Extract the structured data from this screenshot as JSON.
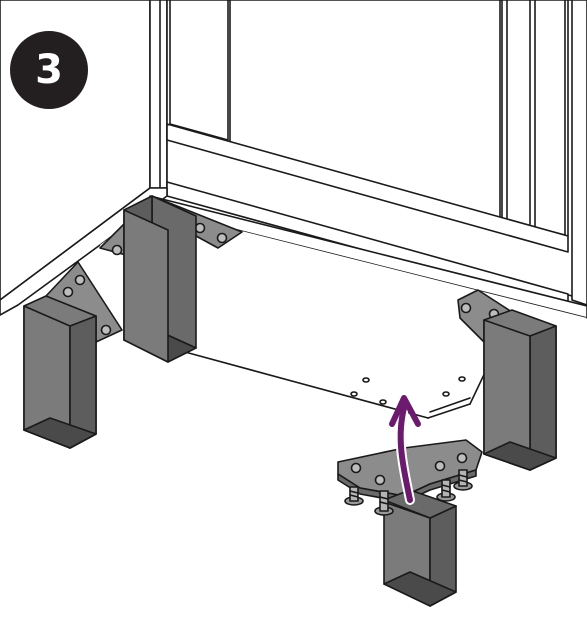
{
  "step": {
    "number": "3"
  },
  "colors": {
    "outline": "#1a1a1a",
    "leg_front": "#7b7b7b",
    "leg_side": "#5d5d5d",
    "leg_top": "#6a6a6a",
    "bracket": "#8c8c8c",
    "screw": "#9a9a9a",
    "arrow": "#6b1a6e",
    "badge": "#231f20"
  },
  "parts": {
    "cabinet": "cabinet-body",
    "legs": [
      "leg-front-left",
      "leg-back-left",
      "leg-back-right",
      "leg-being-installed"
    ],
    "screws_per_leg": 4
  }
}
